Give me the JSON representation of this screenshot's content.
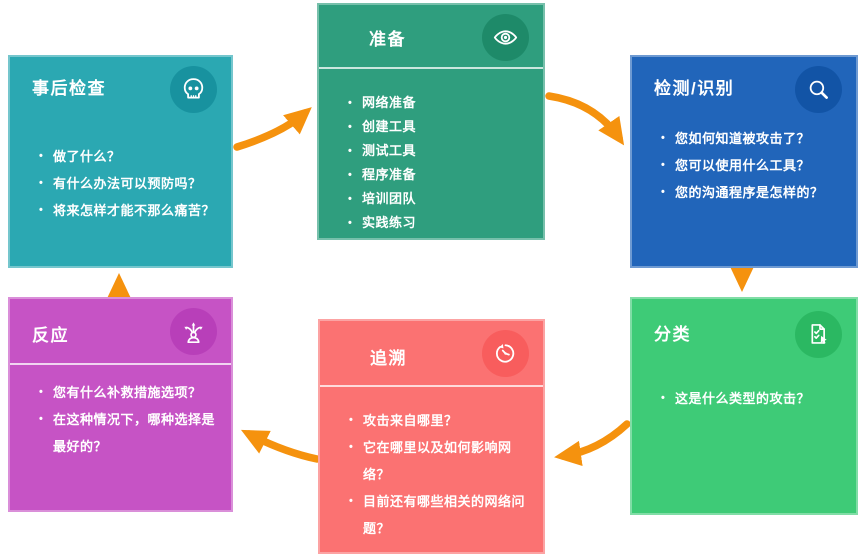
{
  "diagram_type": "cycle",
  "arrow_color": "#F5920E",
  "boxes": [
    {
      "id": "postmortem",
      "title": "事后检查",
      "icon": "skull-icon",
      "bg": "#2BA8B2",
      "icon_bg": "#18929F",
      "items": [
        "做了什么？",
        "有什么办法可以预防吗？",
        "将来怎样才能不那么痛苦？"
      ]
    },
    {
      "id": "preparation",
      "title": "准备",
      "icon": "eye-icon",
      "bg": "#2F9E7E",
      "icon_bg": "#1E8A69",
      "items": [
        "网络准备",
        "创建工具",
        "测试工具",
        "程序准备",
        "培训团队",
        "实践练习"
      ]
    },
    {
      "id": "detection",
      "title": "检测/识别",
      "icon": "magnifier-icon",
      "bg": "#2165BA",
      "icon_bg": "#1254A6",
      "items": [
        "您如何知道被攻击了？",
        "您可以使用什么工具？",
        "您的沟通程序是怎样的？"
      ]
    },
    {
      "id": "classification",
      "title": "分类",
      "icon": "checklist-cursor-icon",
      "bg": "#3ECB77",
      "icon_bg": "#2BB862",
      "items": [
        "这是什么类型的攻击？"
      ]
    },
    {
      "id": "trace",
      "title": "追溯",
      "icon": "history-clock-icon",
      "bg": "#FB7272",
      "icon_bg": "#F85D5D",
      "items": [
        "攻击来自哪里？",
        "它在哪里以及如何影响网络？",
        "目前还有哪些相关的网络问题？"
      ]
    },
    {
      "id": "response",
      "title": "反应",
      "icon": "decision-person-icon",
      "bg": "#C653C5",
      "icon_bg": "#B83FB9",
      "items": [
        "您有什么补救措施选项？",
        "在这种情况下，哪种选择是最好的？"
      ]
    }
  ]
}
